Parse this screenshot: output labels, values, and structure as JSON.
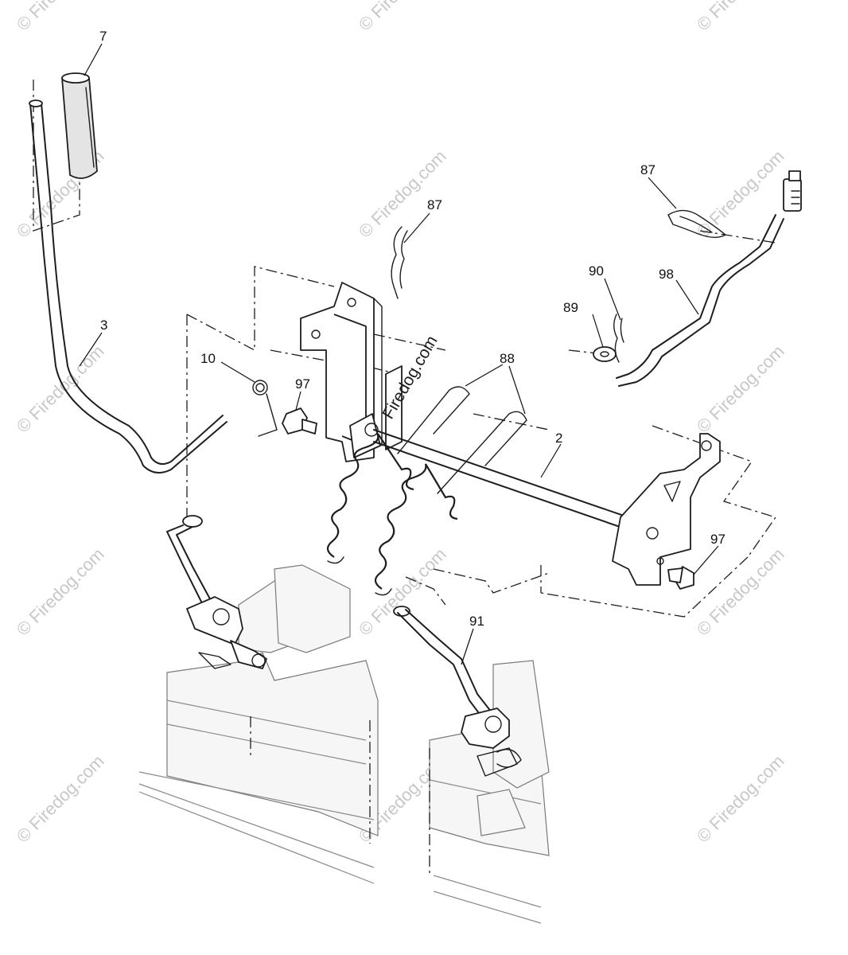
{
  "diagram": {
    "watermark_text": "© Firedog.com",
    "center_watermark_text": "Firedog.com",
    "callouts": [
      {
        "id": "c7",
        "label": "7"
      },
      {
        "id": "c87a",
        "label": "87"
      },
      {
        "id": "c87b",
        "label": "87"
      },
      {
        "id": "c3",
        "label": "3"
      },
      {
        "id": "c10",
        "label": "10"
      },
      {
        "id": "c97a",
        "label": "97"
      },
      {
        "id": "c88",
        "label": "88"
      },
      {
        "id": "c90",
        "label": "90"
      },
      {
        "id": "c98",
        "label": "98"
      },
      {
        "id": "c89",
        "label": "89"
      },
      {
        "id": "c2",
        "label": "2"
      },
      {
        "id": "c97b",
        "label": "97"
      },
      {
        "id": "c91",
        "label": "91"
      }
    ]
  }
}
